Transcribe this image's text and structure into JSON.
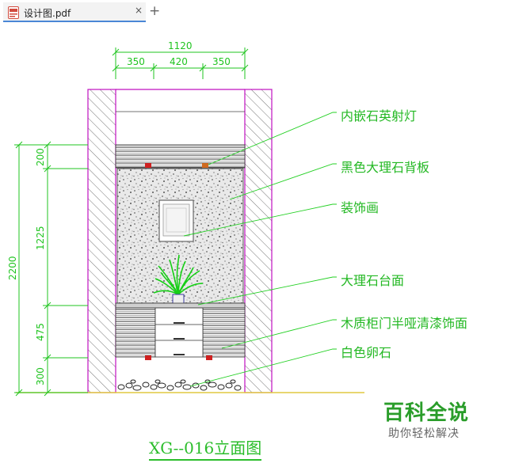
{
  "tab": {
    "title": "设计图.pdf",
    "close_glyph": "×",
    "new_tab_glyph": "+",
    "icon": "pdf-file-icon"
  },
  "dimensions": {
    "overall_width": "1120",
    "left_width": "350",
    "mid_width": "420",
    "right_width": "350",
    "total_height": "2200",
    "h_top": "200",
    "h_back": "1225",
    "h_cabinet": "475",
    "h_base": "300"
  },
  "callouts": {
    "quartz_light": "内嵌石英射灯",
    "black_marble": "黑色大理石背板",
    "decor_painting": "装饰画",
    "marble_counter": "大理石台面",
    "cabinet_door": "木质柜门半哑清漆饰面",
    "white_pebbles": "白色卵石"
  },
  "title": "XG--016立面图",
  "watermark": {
    "main": "百科全说",
    "sub": "助你轻松解决"
  },
  "colors": {
    "dim_green": "#1fc41f",
    "wall_magenta": "#c010c0",
    "text_green": "#23b823",
    "tab_accent": "#4a87d6"
  }
}
